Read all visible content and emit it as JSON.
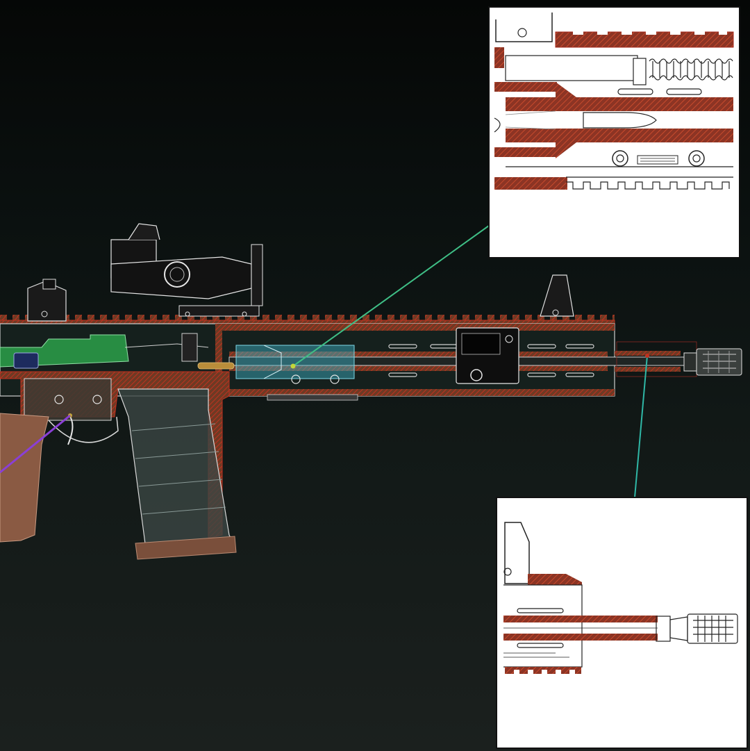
{
  "scene": {
    "subject": "",
    "colors": {
      "background_top": "#050706",
      "background_bottom": "#1b201e",
      "section_hatch": "#b8281c",
      "section_fill": "#6e3a24",
      "outline": "#e6e6e6",
      "bolt_carrier": "#2ba14a",
      "barrel_extension": "#3fb6cc",
      "grip": "#8a5a43",
      "callout_chamber": "#3fbf86",
      "callout_muzzle": "#2fb7a6",
      "callout_trigger": "#8a3fd6",
      "inset_paper": "#ffffff"
    }
  },
  "callouts": [
    {
      "id": "chamber",
      "color": "#3fbf86",
      "target_inset": "inset_chamber"
    },
    {
      "id": "muzzle",
      "color": "#2fb7a6",
      "target_inset": "inset_muzzle"
    },
    {
      "id": "trigger",
      "color": "#8a3fd6"
    }
  ],
  "inset_chamber": {
    "background": "#ffffff"
  },
  "inset_muzzle": {
    "background": "#ffffff"
  }
}
